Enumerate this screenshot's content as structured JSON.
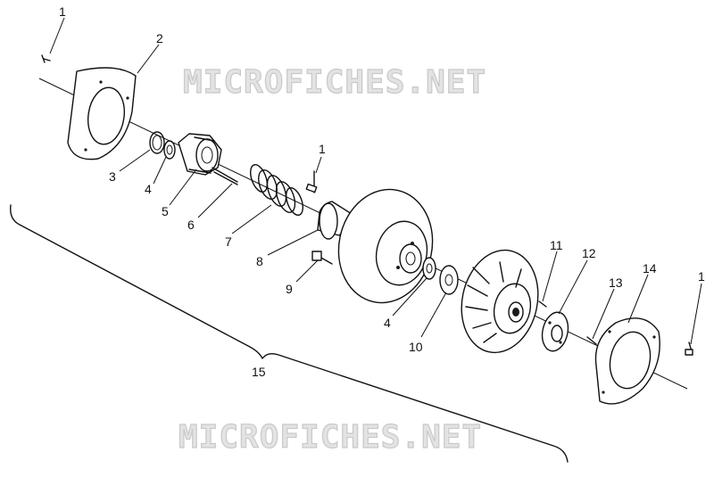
{
  "watermark": {
    "text": "MICROFICHES.NET"
  },
  "callouts": [
    "1",
    "2",
    "3",
    "4",
    "5",
    "6",
    "7",
    "8",
    "9",
    "1",
    "4",
    "10",
    "11",
    "12",
    "13",
    "14",
    "1",
    "15"
  ]
}
